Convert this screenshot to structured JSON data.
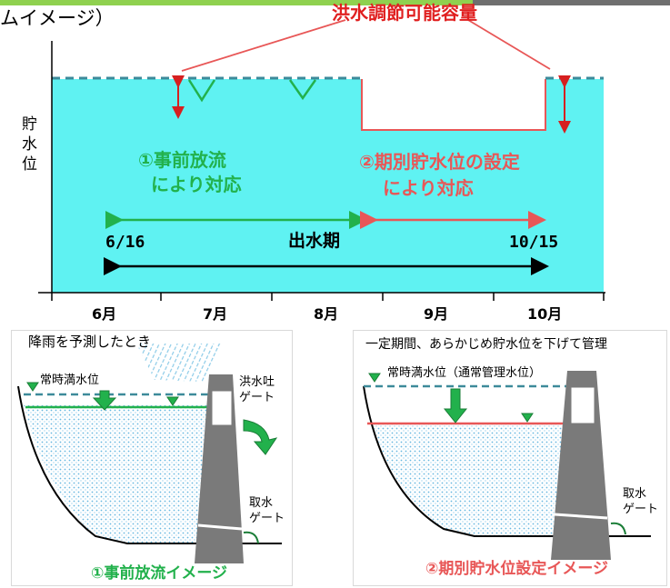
{
  "header": {
    "title_fragment": "ムイメージ）",
    "flood_capacity_label": "洪水調節可能容量"
  },
  "main_chart": {
    "y_axis_label": "貯水位",
    "months": [
      "6月",
      "7月",
      "8月",
      "9月",
      "10月"
    ],
    "strategy_left_line1": "①事前放流",
    "strategy_left_line2": "により対応",
    "strategy_right_line1": "②期別貯水位の設定",
    "strategy_right_line2": "により対応",
    "start_date": "6/16",
    "end_date": "10/15",
    "period_label": "出水期"
  },
  "panel_left": {
    "note": "降雨を予測したとき",
    "water_level_label": "常時満水位",
    "spillway_label_line1": "洪水吐",
    "spillway_label_line2": "ゲート",
    "intake_label_line1": "取水",
    "intake_label_line2": "ゲート",
    "caption": "①事前放流イメージ"
  },
  "panel_right": {
    "note": "一定期間、あらかじめ貯水位を下げて管理",
    "water_level_label": "常時満水位（通常管理水位）",
    "intake_label_line1": "取水",
    "intake_label_line2": "ゲート",
    "caption": "②期別貯水位設定イメージ"
  },
  "colors": {
    "water": "#5ff2f2",
    "green": "#22b14c",
    "red": "#e85757",
    "dashed_level": "#3d8a9a",
    "black": "#000000",
    "dam_gray": "#7a7a7a"
  }
}
